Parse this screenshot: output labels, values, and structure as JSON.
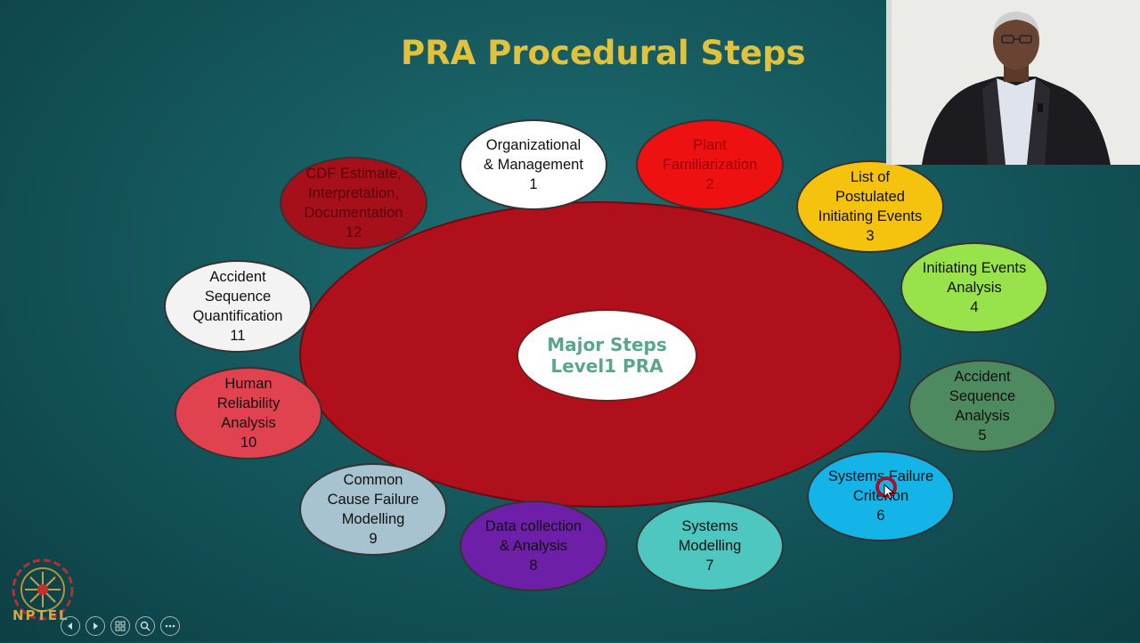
{
  "slide": {
    "title": "PRA Procedural Steps",
    "center": {
      "line1": "Major Steps",
      "line2": "Level1 PRA"
    }
  },
  "steps": [
    {
      "lines": [
        "Organizational",
        "& Management"
      ],
      "number": "1",
      "fill": "#ffffff",
      "text_color": "#111111"
    },
    {
      "lines": [
        "Plant",
        "Familiarization"
      ],
      "number": "2",
      "fill": "#ee1111",
      "text_color": "#9a0000"
    },
    {
      "lines": [
        "List of",
        "Postulated",
        "Initiating Events"
      ],
      "number": "3",
      "fill": "#f5c20e",
      "text_color": "#111111"
    },
    {
      "lines": [
        "Initiating Events",
        "Analysis"
      ],
      "number": "4",
      "fill": "#98e24c",
      "text_color": "#111111"
    },
    {
      "lines": [
        "Accident",
        "Sequence",
        "Analysis"
      ],
      "number": "5",
      "fill": "#4e8a60",
      "text_color": "#111111"
    },
    {
      "lines": [
        "Systems Failure",
        "Criterion"
      ],
      "number": "6",
      "fill": "#14b3e8",
      "text_color": "#111111"
    },
    {
      "lines": [
        "Systems",
        "Modelling"
      ],
      "number": "7",
      "fill": "#4ec7c0",
      "text_color": "#111111"
    },
    {
      "lines": [
        "Data collection",
        "& Analysis"
      ],
      "number": "8",
      "fill": "#6e1fa8",
      "text_color": "#111111"
    },
    {
      "lines": [
        "Common",
        "Cause Failure",
        "Modelling"
      ],
      "number": "9",
      "fill": "#a6c3cf",
      "text_color": "#111111"
    },
    {
      "lines": [
        "Human",
        "Reliability",
        "Analysis"
      ],
      "number": "10",
      "fill": "#e0424f",
      "text_color": "#111111"
    },
    {
      "lines": [
        "Accident",
        "Sequence",
        "Quantification"
      ],
      "number": "11",
      "fill": "#f3f3f3",
      "text_color": "#111111"
    },
    {
      "lines": [
        "CDF Estimate,",
        "Interpretation,",
        "Documentation"
      ],
      "number": "12",
      "fill": "#a6101a",
      "text_color": "#5a0008"
    }
  ],
  "branding": {
    "logo_text": "NPTEL"
  },
  "colors": {
    "title": "#e2c23c",
    "ring": "#b0101c",
    "center_text": "#5aa58e"
  },
  "toolbar": {
    "icons": [
      "prev-icon",
      "next-icon",
      "slides-icon",
      "zoom-icon",
      "more-icon"
    ]
  }
}
